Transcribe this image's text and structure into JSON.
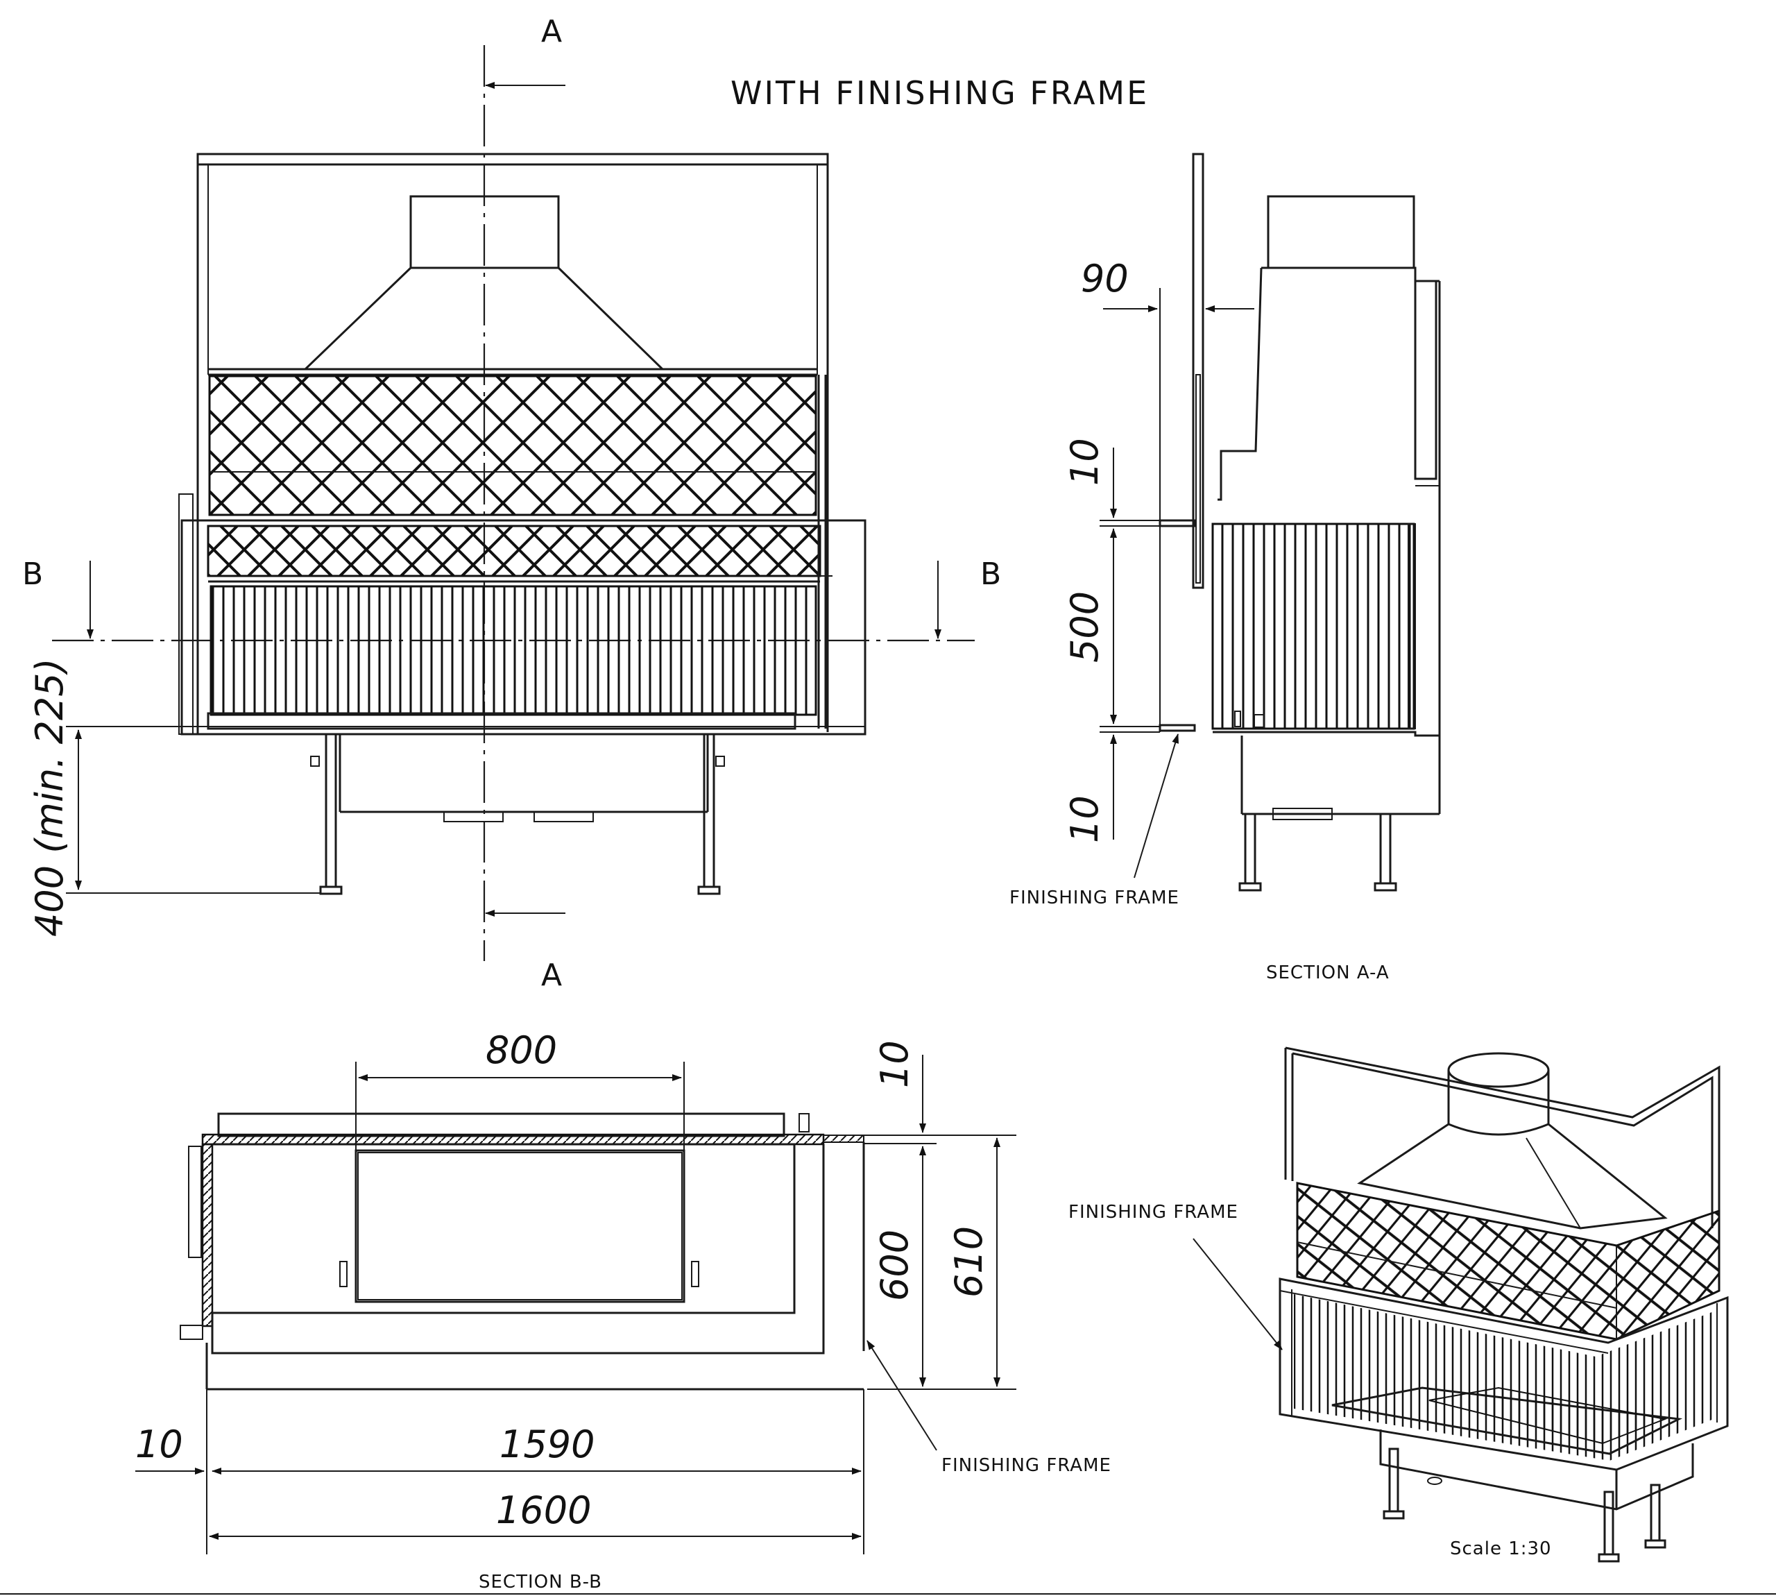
{
  "title": "WITH FINISHING FRAME",
  "section_marks": {
    "a_top": "A",
    "a_bottom": "A",
    "b_left": "B",
    "b_right": "B"
  },
  "front_view": {
    "dim_height": "400 (min. 225)"
  },
  "section_aa": {
    "label": "SECTION A-A",
    "dim_90": "90",
    "dim_10_top": "10",
    "dim_500": "500",
    "dim_10_bottom": "10",
    "frame_label": "FINISHING FRAME"
  },
  "section_bb": {
    "label": "SECTION B-B",
    "dim_800": "800",
    "dim_10_top": "10",
    "dim_600": "600",
    "dim_610": "610",
    "dim_10_left": "10",
    "dim_1590": "1590",
    "dim_1600": "1600",
    "frame_label": "FINISHING FRAME"
  },
  "iso_view": {
    "frame_label": "FINISHING FRAME",
    "scale": "Scale 1:30"
  }
}
